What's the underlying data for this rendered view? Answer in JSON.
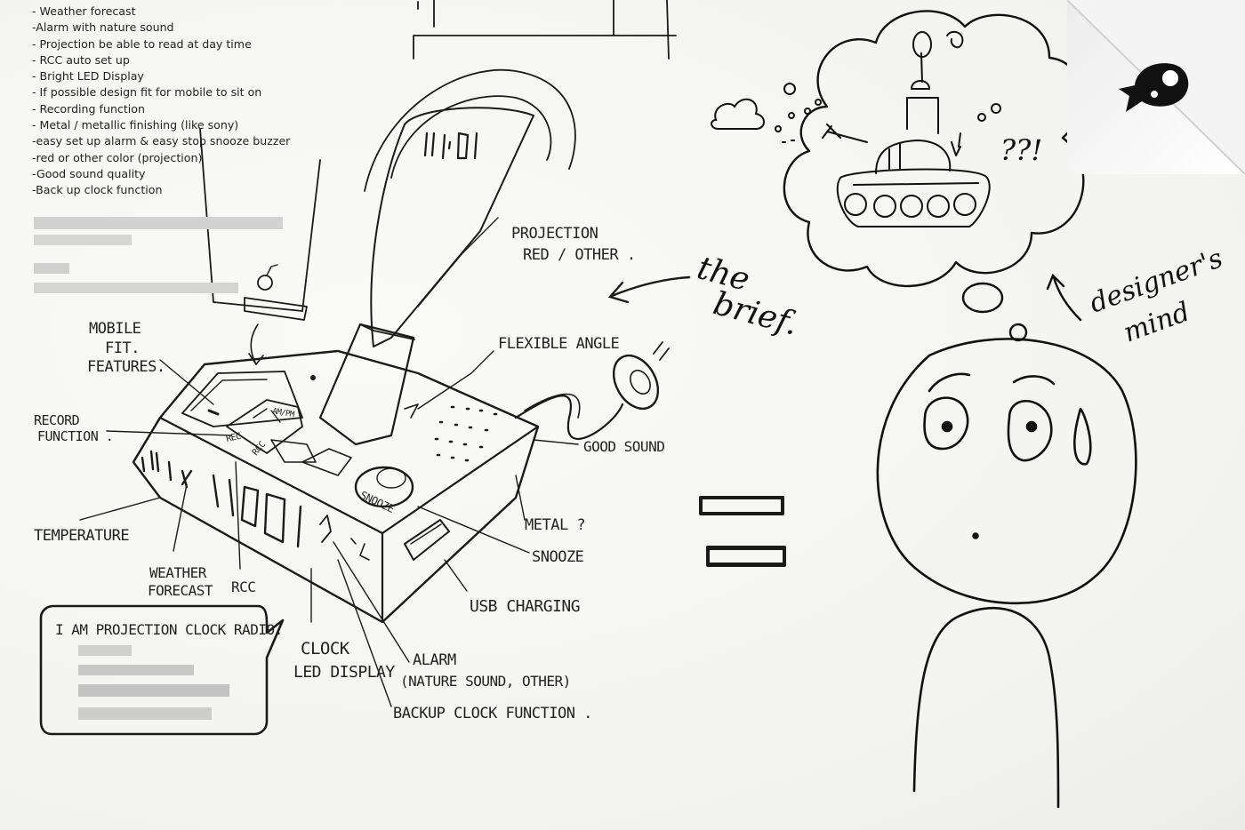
{
  "brief_list": [
    "- Weather forecast",
    "-Alarm with nature sound",
    "- Projection be able to read at day time",
    "- RCC auto set up",
    "- Bright LED Display",
    "- If possible design fit for mobile to sit on",
    "- Recording function",
    "- Metal / metallic finishing (like sony)",
    "-easy set up alarm & easy stop snooze buzzer",
    "-red or other color (projection)",
    "-Good sound quality",
    "-Back up clock function"
  ],
  "annotations": {
    "projection": [
      "PROJECTION",
      "RED / OTHER ."
    ],
    "flexible_angle": "FLEXIBLE ANGLE",
    "mobile_fit": [
      "MOBILE",
      "FIT.",
      "FEATURES."
    ],
    "record_function": [
      "RECORD",
      "FUNCTION ."
    ],
    "good_sound": "GOOD SOUND",
    "metal": "METAL ?",
    "snooze": "SNOOZE",
    "usb_charging": "USB CHARGING",
    "temperature": "TEMPERATURE",
    "weather_forecast": [
      "WEATHER",
      "FORECAST"
    ],
    "rcc": "RCC",
    "clock_led": [
      "CLOCK",
      "LED DISPLAY"
    ],
    "alarm": [
      "ALARM",
      "(NATURE SOUND, OTHER)"
    ],
    "backup_clock": "BACKUP CLOCK FUNCTION .",
    "speech_bubble": "I AM PROJECTION CLOCK RADIO.",
    "rec_button": "REC",
    "rcc_button": "RCC",
    "snooze_button": "SNOOZE",
    "am_pm": "AM/PM",
    "projected_time": "11:01"
  },
  "the_brief": [
    "the",
    "brief."
  ],
  "designers_mind": [
    "designer's",
    "mind"
  ],
  "thought_question": "??!",
  "equals_sign": "=",
  "badge_icon": "fish-logo-icon",
  "colors": {
    "ink": "#111111",
    "paper": "#f6f6f4",
    "redacted": "#c9c9c9"
  }
}
